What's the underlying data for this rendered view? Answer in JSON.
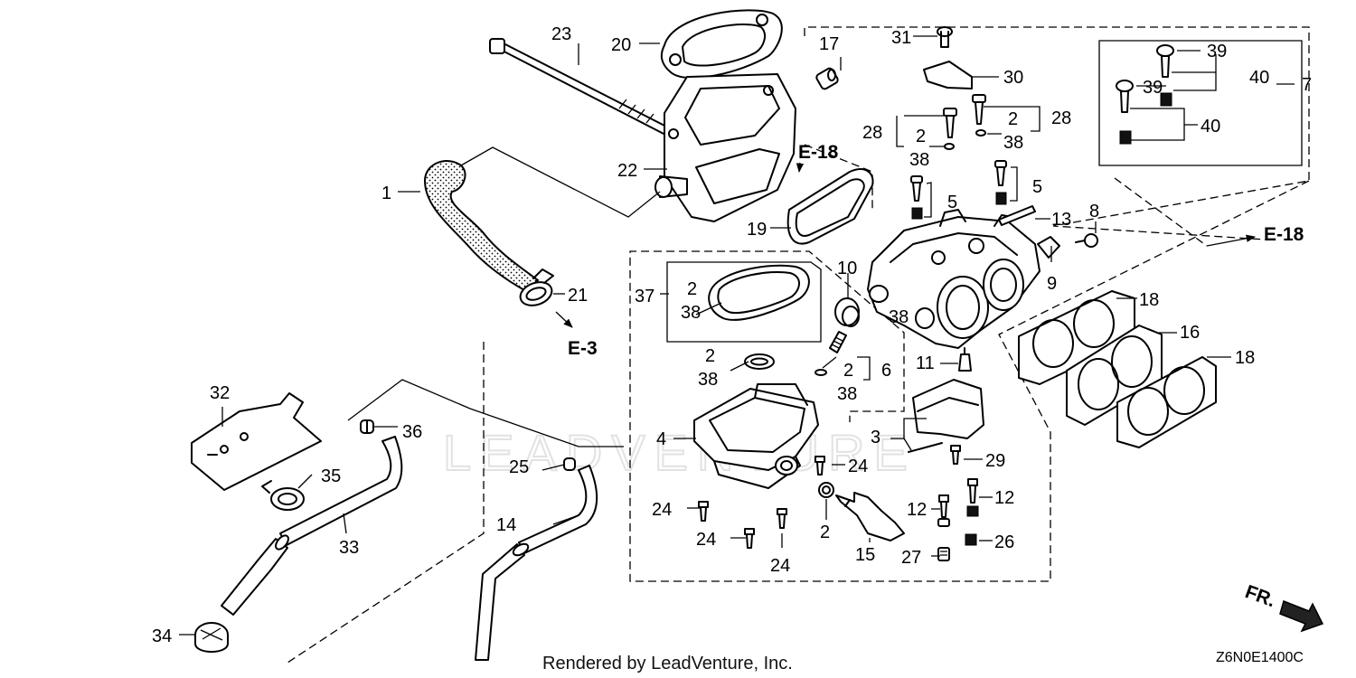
{
  "diagram": {
    "credit": "Rendered by LeadVenture, Inc.",
    "diagram_code": "Z6N0E1400C",
    "watermark": "LEADVENTURE",
    "front_marker": "FR.",
    "references": [
      "E-18",
      "E-18",
      "E-3"
    ],
    "part_labels": [
      {
        "id": "p1",
        "text": "1"
      },
      {
        "id": "p2a",
        "text": "2"
      },
      {
        "id": "p2b",
        "text": "2"
      },
      {
        "id": "p2c",
        "text": "2"
      },
      {
        "id": "p2d",
        "text": "2"
      },
      {
        "id": "p2e",
        "text": "2"
      },
      {
        "id": "p2f",
        "text": "2"
      },
      {
        "id": "p3",
        "text": "3"
      },
      {
        "id": "p4",
        "text": "4"
      },
      {
        "id": "p5a",
        "text": "5"
      },
      {
        "id": "p5b",
        "text": "5"
      },
      {
        "id": "p6",
        "text": "6"
      },
      {
        "id": "p7",
        "text": "7"
      },
      {
        "id": "p8",
        "text": "8"
      },
      {
        "id": "p9",
        "text": "9"
      },
      {
        "id": "p10",
        "text": "10"
      },
      {
        "id": "p11",
        "text": "11"
      },
      {
        "id": "p12a",
        "text": "12"
      },
      {
        "id": "p12b",
        "text": "12"
      },
      {
        "id": "p13",
        "text": "13"
      },
      {
        "id": "p14",
        "text": "14"
      },
      {
        "id": "p15",
        "text": "15"
      },
      {
        "id": "p16",
        "text": "16"
      },
      {
        "id": "p17",
        "text": "17"
      },
      {
        "id": "p18a",
        "text": "18"
      },
      {
        "id": "p18b",
        "text": "18"
      },
      {
        "id": "p19",
        "text": "19"
      },
      {
        "id": "p20",
        "text": "20"
      },
      {
        "id": "p21",
        "text": "21"
      },
      {
        "id": "p22",
        "text": "22"
      },
      {
        "id": "p23",
        "text": "23"
      },
      {
        "id": "p24a",
        "text": "24"
      },
      {
        "id": "p24b",
        "text": "24"
      },
      {
        "id": "p24c",
        "text": "24"
      },
      {
        "id": "p24d",
        "text": "24"
      },
      {
        "id": "p25",
        "text": "25"
      },
      {
        "id": "p26",
        "text": "26"
      },
      {
        "id": "p27",
        "text": "27"
      },
      {
        "id": "p28a",
        "text": "28"
      },
      {
        "id": "p28b",
        "text": "28"
      },
      {
        "id": "p29",
        "text": "29"
      },
      {
        "id": "p30",
        "text": "30"
      },
      {
        "id": "p31",
        "text": "31"
      },
      {
        "id": "p32",
        "text": "32"
      },
      {
        "id": "p33",
        "text": "33"
      },
      {
        "id": "p34",
        "text": "34"
      },
      {
        "id": "p35",
        "text": "35"
      },
      {
        "id": "p36",
        "text": "36"
      },
      {
        "id": "p37",
        "text": "37"
      },
      {
        "id": "p38a",
        "text": "38"
      },
      {
        "id": "p38b",
        "text": "38"
      },
      {
        "id": "p38c",
        "text": "38"
      },
      {
        "id": "p38d",
        "text": "38"
      },
      {
        "id": "p38e",
        "text": "38"
      },
      {
        "id": "p38f",
        "text": "38"
      },
      {
        "id": "p39a",
        "text": "39"
      },
      {
        "id": "p39b",
        "text": "39"
      },
      {
        "id": "p40a",
        "text": "40"
      },
      {
        "id": "p40b",
        "text": "40"
      }
    ]
  }
}
